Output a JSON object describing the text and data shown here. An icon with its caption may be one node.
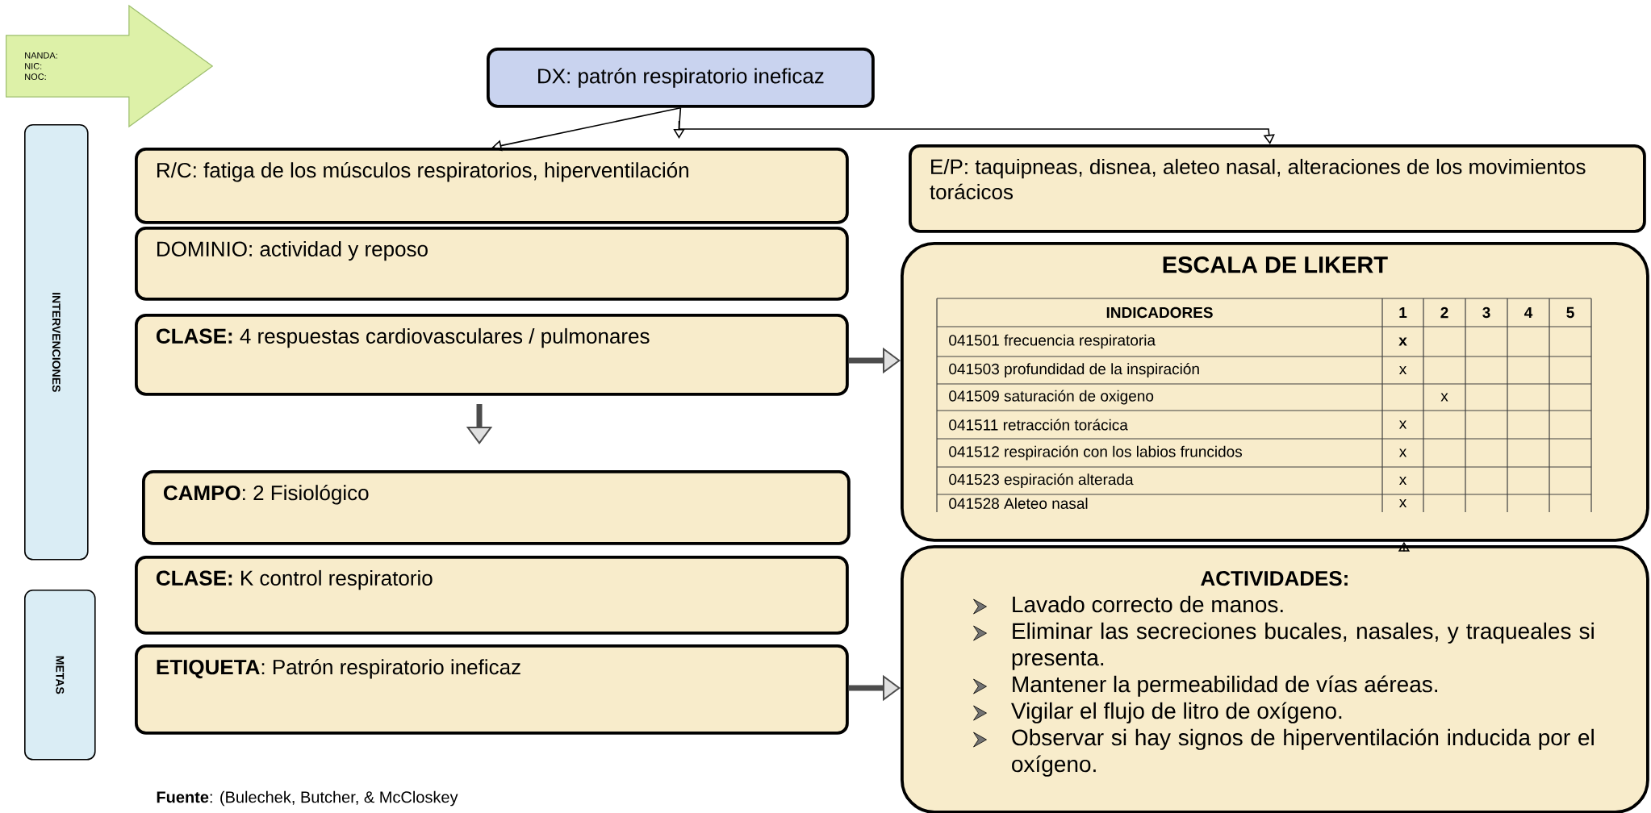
{
  "diagram": {
    "nodes": [
      {
        "text": [
          "NANDA:",
          "NIC:",
          "NOC:"
        ]
      },
      {
        "text": [
          "DX: patrón respiratorio ineficaz"
        ]
      },
      {
        "text": [
          "R/C: fatiga de los músculos respiratorios, hiperventilación"
        ]
      },
      {
        "text": [
          "DOMINIO: actividad y reposo"
        ]
      },
      {
        "text": [
          "**CLASE:** 4 respuestas cardiovasculares / pulmonares"
        ]
      },
      {
        "text": [
          "**CAMPO**: 2 Fisiológico"
        ]
      },
      {
        "text": [
          "**CLASE:** K control respiratorio"
        ]
      },
      {
        "text": [
          "**ETIQUETA**: Patrón respiratorio ineficaz"
        ]
      },
      {
        "text": [
          "E/P: taquipneas, disnea, aleteo nasal, alteraciones de los movimientos torácicos"
        ]
      },
      {
        "text": [
          "ESCALA DE LIKERT"
        ]
      },
      {
        "text": [
          "ACTIVIDADES:",
          "Lavado correcto de manos.",
          "Eliminar las secreciones bucales, nasales, y traqueales si presenta.",
          "Mantener la permeabilidad de vías aéreas.",
          "Vigilar el flujo de litro de oxígeno.",
          "Observar si hay signos de hiperventilación inducida por el oxígeno."
        ]
      },
      {
        "text": [
          "INTERVENCIONES"
        ]
      },
      {
        "text": [
          "METAS"
        ]
      }
    ],
    "edges": [
      {
        "from": 1,
        "to": 2,
        "arrow": "to"
      },
      {
        "from": 1,
        "to": 8,
        "arrow": "to"
      },
      {
        "from": 4,
        "to": 9,
        "arrow": "to",
        "style": "thick"
      },
      {
        "from": 4,
        "to": 5,
        "arrow": "to",
        "style": "thick"
      },
      {
        "from": 7,
        "to": 10,
        "arrow": "to",
        "style": "thick"
      },
      {
        "from": 10,
        "to": 9,
        "arrow": "to"
      }
    ],
    "labels": [
      "INDICADORES",
      "1",
      "2",
      "3",
      "4",
      "5",
      "041501 frecuencia respiratoria",
      "x",
      "041503 profundidad de la inspiración",
      "x",
      "041509 saturación de oxigeno",
      "x",
      "041511 retracción torácica",
      "x",
      "041512 respiración con los labios fruncidos",
      "x",
      "041523 espiración alterada",
      "x",
      "041528 Aleteo nasal",
      "x",
      "**Fuente**: (Bulechek, Butcher, & McCloskey"
    ]
  }
}
